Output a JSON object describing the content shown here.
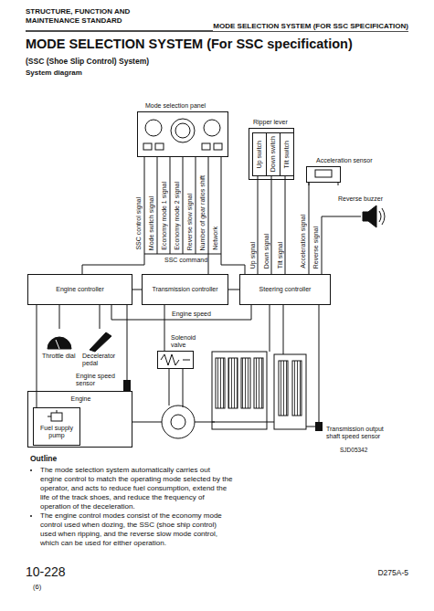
{
  "diagram": {
    "title": "MODE SELECTION SYSTEM (For SSC specification)",
    "nodes": [
      {
        "text": [
          "Mode selection panel"
        ]
      },
      {
        "text": [
          "Ripper lever"
        ]
      },
      {
        "text": [
          "Up switch"
        ],
        "in": 1
      },
      {
        "text": [
          "Down switch"
        ],
        "in": 1
      },
      {
        "text": [
          "Tilt switch"
        ],
        "in": 1
      },
      {
        "text": [
          "Acceleration sensor"
        ]
      },
      {
        "text": [
          "Reverse buzzer"
        ]
      },
      {
        "text": [
          "Engine controller"
        ]
      },
      {
        "text": [
          "Transmission controller"
        ]
      },
      {
        "text": [
          "Steering controller"
        ]
      },
      {
        "text": [
          "Throttle dial"
        ]
      },
      {
        "text": [
          "Decelerator pedal"
        ]
      },
      {
        "text": [
          "Solenoid valve"
        ]
      },
      {
        "text": [
          "Engine speed sensor"
        ]
      },
      {
        "text": [
          "Engine"
        ]
      },
      {
        "text": [
          "Fuel supply pump"
        ],
        "in": 14
      },
      {
        "text": [
          "Transmission output shaft speed sensor"
        ]
      }
    ],
    "edges": [
      {
        "from": 0,
        "to": 7,
        "arrow": "none"
      },
      {
        "from": 0,
        "to": 9,
        "label": "SSC command",
        "arrow": "none"
      },
      {
        "from": 7,
        "to": 8,
        "arrow": "none"
      },
      {
        "from": 8,
        "to": 9,
        "arrow": "none"
      },
      {
        "from": 2,
        "to": 9,
        "label": "Up signal",
        "arrow": "none"
      },
      {
        "from": 3,
        "to": 9,
        "label": "Down signal",
        "arrow": "none"
      },
      {
        "from": 4,
        "to": 9,
        "label": "Tilt signal",
        "arrow": "none"
      },
      {
        "from": 5,
        "to": 9,
        "label": "Acceleration signal",
        "arrow": "none"
      },
      {
        "from": 9,
        "to": 6,
        "label": "Reverse signal",
        "arrow": "none"
      },
      {
        "from": 7,
        "to": 9,
        "label": "Engine speed",
        "arrow": "none"
      },
      {
        "from": 10,
        "to": 7,
        "arrow": "none"
      },
      {
        "from": 11,
        "to": 7,
        "arrow": "none"
      },
      {
        "from": 7,
        "to": 15,
        "arrow": "none"
      },
      {
        "from": 13,
        "to": 7,
        "arrow": "none"
      },
      {
        "from": 8,
        "to": 12,
        "arrow": "none"
      },
      {
        "from": 16,
        "to": 9,
        "arrow": "none"
      }
    ],
    "labels": [
      "STRUCTURE, FUNCTION AND MAINTENANCE STANDARD",
      "MODE SELECTION SYSTEM (FOR SSC SPECIFICATION)",
      "(SSC (Shoe Slip Control) System)",
      "System diagram",
      "SSC control signal",
      "Mode switch signal",
      "Economy mode 1 signal",
      "Economy mode 2 signal",
      "Reverse slow signal",
      "Number of gear ratios shift",
      "Network",
      "SJD05342",
      "Outline",
      "The mode selection system automatically carries out engine control to match the operating mode selected by the operator, and acts to reduce fuel consumption, extend the life of the track shoes, and reduce the frequency of operation of the deceleration.",
      "The engine control modes consist of the economy mode control used when dozing, the SSC (shoe ship control) used when ripping, and the reverse slow mode control, which can be used for either operation.",
      "10-228",
      "(6)",
      "D275A-5"
    ]
  }
}
